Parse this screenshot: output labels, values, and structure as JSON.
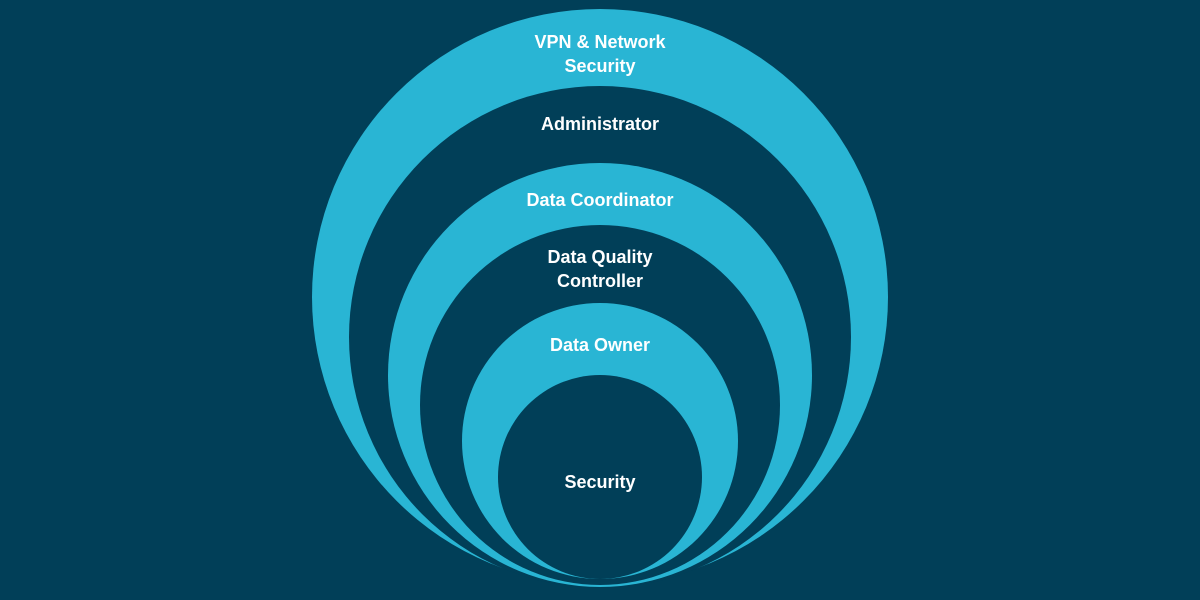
{
  "colors": {
    "background": "#013f58",
    "ring": "#29b5d4"
  },
  "layers": [
    {
      "label": "VPN & Network\nSecurity"
    },
    {
      "label": "Administrator"
    },
    {
      "label": "Data Coordinator"
    },
    {
      "label": "Data Quality\nController"
    },
    {
      "label": "Data Owner"
    },
    {
      "label": "Security"
    }
  ]
}
